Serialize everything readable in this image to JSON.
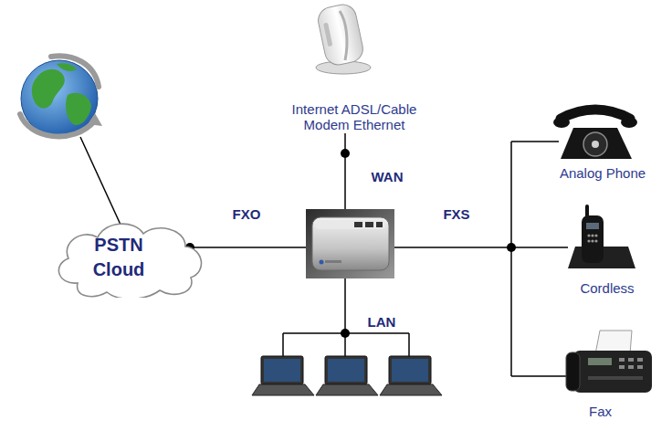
{
  "diagram": {
    "nodes": [
      {
        "text": [
          "Internet ADSL/Cable Modem Ethernet"
        ]
      },
      {
        "text": [
          "Analog Phone"
        ]
      },
      {
        "text": [
          "PSTN Cloud"
        ]
      },
      {
        "text": [
          "Cordless"
        ]
      },
      {
        "text": [
          "Fax"
        ]
      }
    ],
    "labels": [
      "WAN",
      "FXO",
      "FXS",
      "LAN"
    ]
  }
}
